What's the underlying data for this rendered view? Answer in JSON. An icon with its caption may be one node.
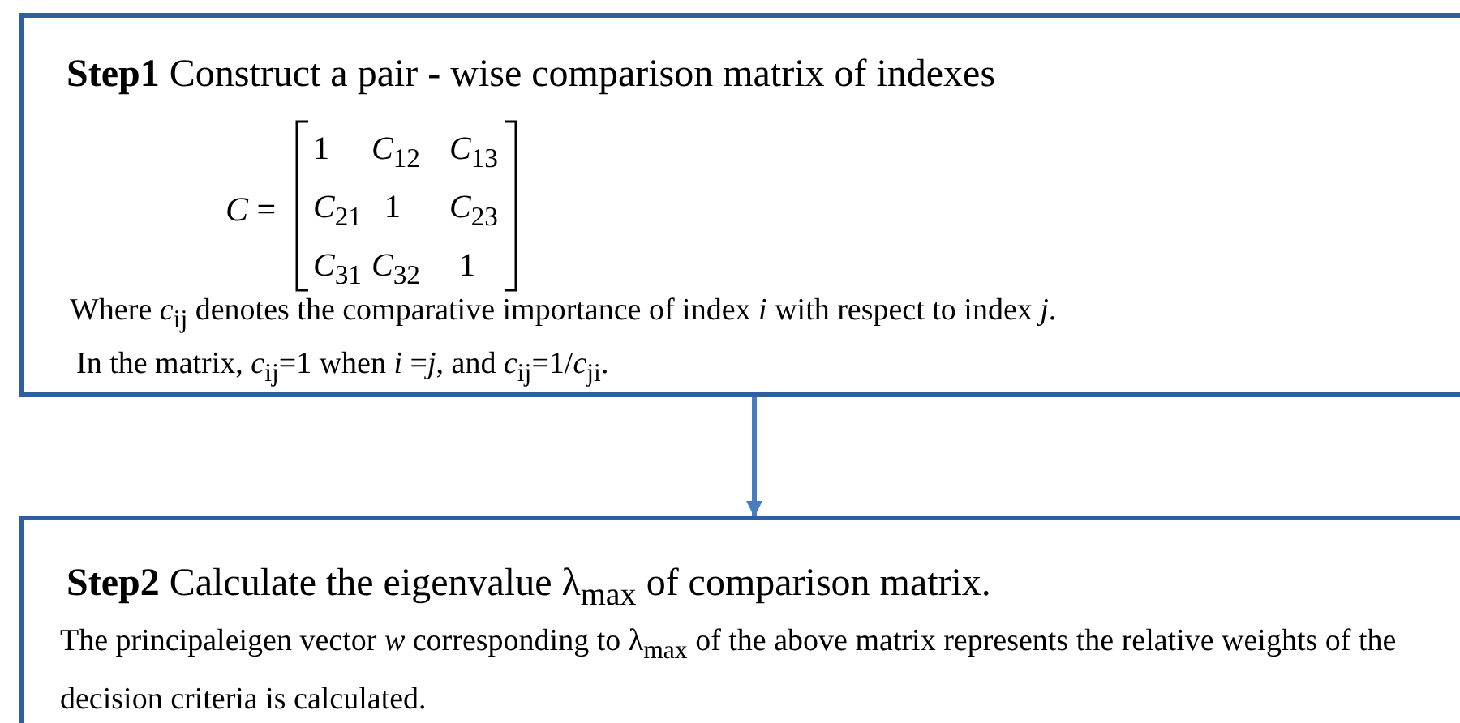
{
  "diagram": {
    "nodes": [
      {
        "text": [
          "**Step1**   Construct a pair - wise comparison matrix of indexes",
          "*C* =",
          "1",
          "*C*$_{12}$",
          "*C*$_{13}$",
          "*C*$_{21}$",
          "1",
          "*C*$_{23}$",
          "*C*$_{31}$",
          "*C*$_{32}$",
          "1",
          "Where  *c*$_{ij}$  denotes the comparative importance of index  *i*  with respect to index  *j*.",
          "In the matrix, *c*$_{ij}$=1 when *i* =*j*, and *c*$_{ij}$=1/*c*$_{ji}$."
        ]
      },
      {
        "text": [
          "**Step2**   Calculate the eigenvalue  λ$_{max}$ of comparison matrix.",
          "The  principaleigen  vector *w*  corresponding to  λ$_{max}$ of the above matrix represents the relative weights of the decision criteria is calculated."
        ]
      }
    ],
    "edges": [
      {
        "from": 0,
        "to": 1,
        "arrow": "to"
      }
    ]
  }
}
